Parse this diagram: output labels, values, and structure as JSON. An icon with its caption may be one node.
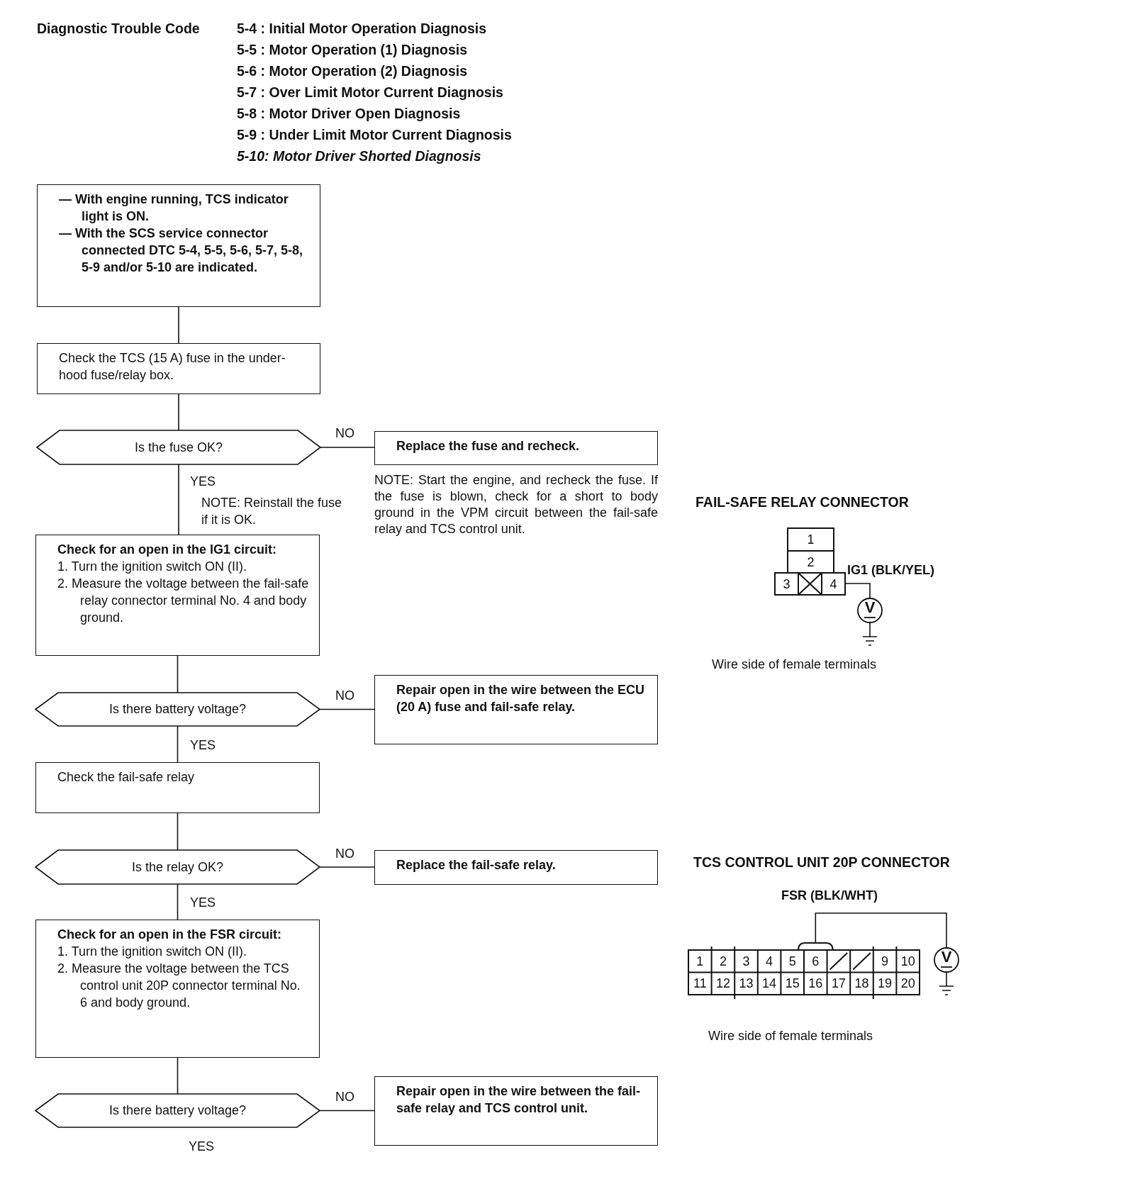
{
  "diagram": {
    "nodes": [
      {
        "text": [
          "— With engine running, TCS indicator light is ON.",
          "— With the SCS service connector connected DTC 5-4, 5-5, 5-6, 5-7, 5-8, 5-9 and/or 5-10 are indicated."
        ]
      },
      {
        "text": [
          "Check the TCS (15 A) fuse in the under-hood fuse/relay box."
        ]
      },
      {
        "text": [
          "Is the fuse OK?"
        ]
      },
      {
        "text": [
          "Replace the fuse and recheck."
        ],
        "beside": [
          "NOTE: Start the engine, and recheck the fuse. If the fuse is blown, check for a short to body ground in the VPM circuit between the fail-safe relay and TCS control unit."
        ]
      },
      {
        "text": [
          "Check for an open in the IG1 circuit:",
          "1. Turn the ignition switch ON (II).",
          "2. Measure the voltage between the fail-safe relay connector terminal No. 4 and body ground."
        ]
      },
      {
        "text": [
          "Is there battery voltage?"
        ]
      },
      {
        "text": [
          "Repair open in the wire between the ECU (20 A) fuse and fail-safe relay."
        ]
      },
      {
        "text": [
          "Check the fail-safe relay"
        ]
      },
      {
        "text": [
          "Is the relay OK?"
        ]
      },
      {
        "text": [
          "Replace the fail-safe relay."
        ]
      },
      {
        "text": [
          "Check for an open in the FSR circuit:",
          "1. Turn the ignition switch ON (II).",
          "2. Measure the voltage between the TCS control unit 20P connector terminal No. 6 and body ground."
        ]
      },
      {
        "text": [
          "Is there battery voltage?"
        ]
      },
      {
        "text": [
          "Repair open in the wire between the fail-safe relay and TCS control unit."
        ]
      }
    ],
    "edges": [
      {
        "from": 0,
        "to": 1,
        "arrow": "none"
      },
      {
        "from": 1,
        "to": 2,
        "arrow": "none"
      },
      {
        "from": 2,
        "to": 3,
        "arrow": "none",
        "label": "NO"
      },
      {
        "from": 2,
        "to": 4,
        "arrow": "none",
        "label": "YES"
      },
      {
        "from": 4,
        "to": 5,
        "arrow": "none"
      },
      {
        "from": 5,
        "to": 6,
        "arrow": "none",
        "label": "NO"
      },
      {
        "from": 5,
        "to": 7,
        "arrow": "none",
        "label": "YES"
      },
      {
        "from": 7,
        "to": 8,
        "arrow": "none"
      },
      {
        "from": 8,
        "to": 9,
        "arrow": "none",
        "label": "NO"
      },
      {
        "from": 8,
        "to": 10,
        "arrow": "none",
        "label": "YES"
      },
      {
        "from": 10,
        "to": 11,
        "arrow": "none"
      },
      {
        "from": 11,
        "to": 12,
        "arrow": "none",
        "label": "NO"
      }
    ],
    "labels": [
      "Diagnostic Trouble Code",
      "5-4 : Initial Motor Operation Diagnosis",
      "5-5 : Motor Operation (1) Diagnosis",
      "5-6 : Motor Operation (2) Diagnosis",
      "5-7 : Over Limit Motor Current Diagnosis",
      "5-8 : Motor Driver Open Diagnosis",
      "5-9 : Under Limit Motor Current Diagnosis",
      "5-10: Motor Driver Shorted Diagnosis",
      "NOTE: Reinstall the fuse if it is OK.",
      "FAIL-SAFE RELAY CONNECTOR",
      "1",
      "2",
      "3",
      "4",
      "IG1 (BLK/YEL)",
      "V",
      "Wire side of female terminals",
      "TCS CONTROL UNIT 20P CONNECTOR",
      "FSR (BLK/WHT)",
      "1",
      "2",
      "3",
      "4",
      "5",
      "6",
      "9",
      "10",
      "11",
      "12",
      "13",
      "14",
      "15",
      "16",
      "17",
      "18",
      "19",
      "20",
      "V",
      "Wire side of female terminals",
      "YES"
    ]
  }
}
